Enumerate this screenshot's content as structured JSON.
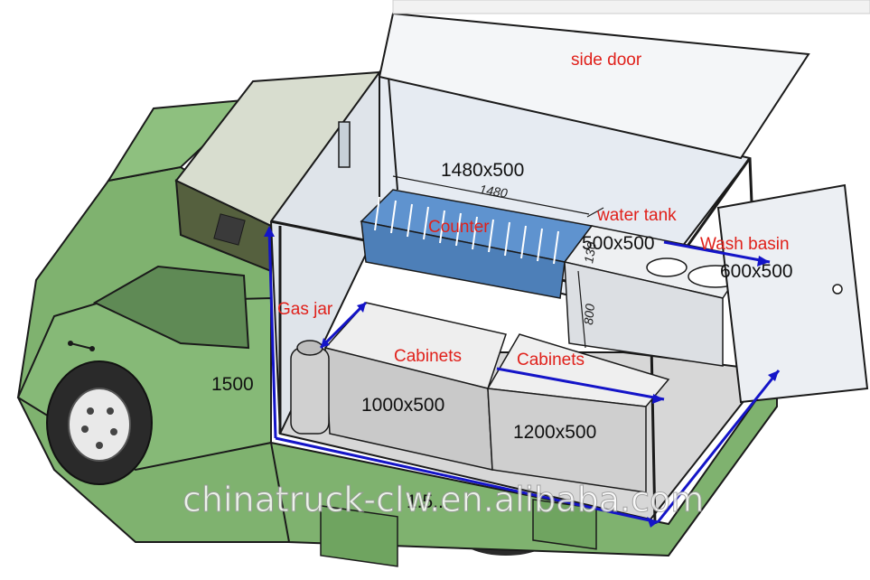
{
  "labels": {
    "side_door": "side door",
    "counter_size": "1480x500",
    "counter_length": "1480",
    "counter": "Counter",
    "water_tank": "water tank",
    "water_tank_size": "500x500",
    "wash_basin": "Wash basin",
    "wash_basin_size": "600x500",
    "gas_jar": "Gas jar",
    "cabinets_left": "Cabinets",
    "cabinets_right": "Cabinets",
    "cabinet_left_size": "1000x500",
    "cabinet_right_size": "1200x500",
    "height": "1500",
    "tank_height": "800",
    "tank_depth": "130",
    "floor_length": "1.5..."
  },
  "watermark": "chinatruck-clw.en.alibaba.com",
  "colors": {
    "truck_body": "#7fb26f",
    "box_outline": "#1a1a1a",
    "dimension_arrow": "#1414c8",
    "label_red": "#e0211b",
    "counter_blue": "#5f93cf",
    "cabinet_gray": "#c9c9c9",
    "wall_light": "#e6ebf2"
  }
}
